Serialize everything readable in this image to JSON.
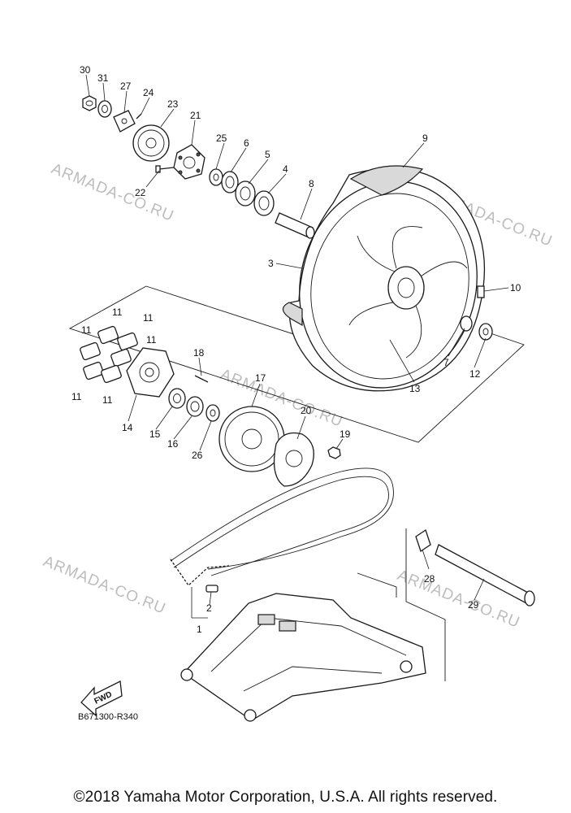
{
  "callouts": {
    "p1": "1",
    "p2": "2",
    "p3": "3",
    "p4": "4",
    "p5": "5",
    "p6": "6",
    "p7": "7",
    "p8": "8",
    "p9": "9",
    "p10": "10",
    "p11": "11",
    "p12": "12",
    "p13": "13",
    "p14": "14",
    "p15": "15",
    "p16": "16",
    "p17": "17",
    "p18": "18",
    "p19": "19",
    "p20": "20",
    "p21": "21",
    "p22": "22",
    "p23": "23",
    "p24": "24",
    "p25": "25",
    "p26": "26",
    "p27": "27",
    "p28": "28",
    "p29": "29",
    "p30": "30",
    "p31": "31"
  },
  "watermark": "ARMADA-CO.RU",
  "fwd_label": "FWD",
  "diagram_code": "B671300-R340",
  "copyright": "©2018 Yamaha Motor Corporation, U.S.A. All rights reserved."
}
